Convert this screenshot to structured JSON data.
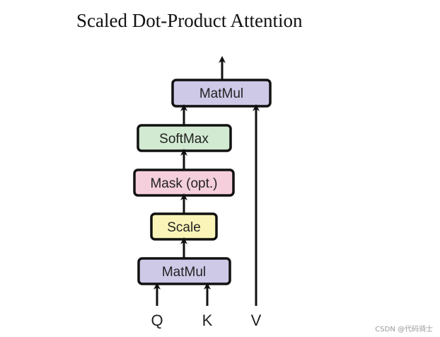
{
  "title": "Scaled Dot-Product Attention",
  "blocks": {
    "matmul_top": {
      "label": "MatMul",
      "color": "#cfc9e8"
    },
    "softmax": {
      "label": "SoftMax",
      "color": "#d2ead2"
    },
    "mask": {
      "label": "Mask (opt.)",
      "color": "#f5cfdc"
    },
    "scale": {
      "label": "Scale",
      "color": "#fbf4b8"
    },
    "matmul_bottom": {
      "label": "MatMul",
      "color": "#cfc9e8"
    }
  },
  "inputs": {
    "q": "Q",
    "k": "K",
    "v": "V"
  },
  "watermark": "CSDN @代码骑士"
}
